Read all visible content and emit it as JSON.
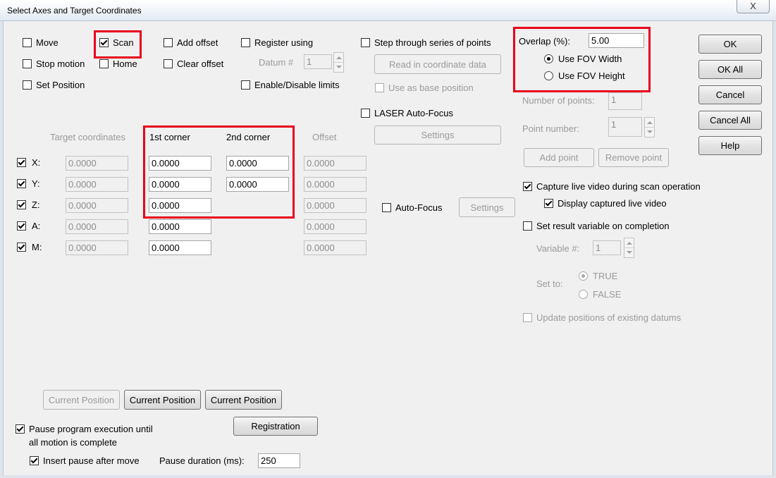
{
  "window": {
    "title": "Select Axes and Target Coordinates",
    "close_label": "X"
  },
  "options": {
    "move": "Move",
    "scan": "Scan",
    "add_offset": "Add offset",
    "register_using": "Register using",
    "step_through": "Step through series of points",
    "stop_motion": "Stop motion",
    "home": "Home",
    "clear_offset": "Clear offset",
    "datum_label": "Datum #",
    "datum_value": "1",
    "set_position": "Set Position",
    "enable_disable_limits": "Enable/Disable limits",
    "read_coord_data": "Read in coordinate data",
    "use_as_base": "Use as base position",
    "laser_autofocus": "LASER Auto-Focus",
    "laser_settings": "Settings"
  },
  "overlap": {
    "label": "Overlap (%):",
    "value": "5.00",
    "use_fov_width": "Use FOV Width",
    "use_fov_height": "Use FOV Height"
  },
  "points": {
    "number_of_points_label": "Number of points:",
    "number_of_points_value": "1",
    "point_number_label": "Point number:",
    "point_number_value": "1",
    "add_point": "Add point",
    "remove_point": "Remove point"
  },
  "buttons": {
    "ok": "OK",
    "ok_all": "OK All",
    "cancel": "Cancel",
    "cancel_all": "Cancel All",
    "help": "Help"
  },
  "coords": {
    "headers": {
      "target": "Target coordinates",
      "first": "1st corner",
      "second": "2nd corner",
      "offset": "Offset"
    },
    "rows": [
      {
        "axis": "X:",
        "target": "0.0000",
        "first": "0.0000",
        "second": "0.0000",
        "offset": "0.0000"
      },
      {
        "axis": "Y:",
        "target": "0.0000",
        "first": "0.0000",
        "second": "0.0000",
        "offset": "0.0000"
      },
      {
        "axis": "Z:",
        "target": "0.0000",
        "first": "0.0000",
        "offset": "0.0000"
      },
      {
        "axis": "A:",
        "target": "0.0000",
        "first": "0.0000",
        "offset": "0.0000"
      },
      {
        "axis": "M:",
        "target": "0.0000",
        "first": "0.0000",
        "offset": "0.0000"
      }
    ]
  },
  "autofocus": {
    "label": "Auto-Focus",
    "settings": "Settings"
  },
  "video": {
    "capture_live": "Capture live video during scan operation",
    "display_captured": "Display captured live video",
    "set_result_var": "Set result variable on completion",
    "variable_label": "Variable #:",
    "variable_value": "1",
    "set_to_label": "Set to:",
    "true_label": "TRUE",
    "false_label": "FALSE",
    "update_datums": "Update positions of existing datums"
  },
  "bottom": {
    "current_position": "Current Position",
    "registration": "Registration",
    "pause_until_line1": "Pause program execution until",
    "pause_until_line2": "all motion is complete",
    "insert_pause": "Insert pause after move",
    "pause_duration_label": "Pause duration (ms):",
    "pause_duration_value": "250"
  },
  "colors": {
    "highlight": "#e8001c",
    "background": "#f0f0f0"
  }
}
